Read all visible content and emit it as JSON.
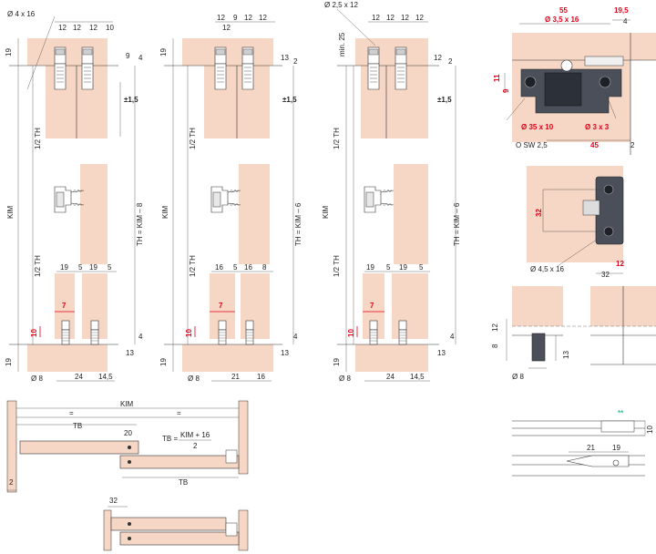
{
  "panel1": {
    "screw": "Ø 4 x 16",
    "top_dims": [
      "12",
      "12",
      "12",
      "10"
    ],
    "right_dims": [
      "9",
      "4"
    ],
    "tol": "±1,5",
    "half_top": "1/2 TH",
    "half_bot": "1/2 TH",
    "kim": "KIM",
    "th": "TH = KIM – 8",
    "bot_dims": [
      "19",
      "5",
      "19",
      "5"
    ],
    "red7": "7",
    "red10": "10",
    "left_top": "19",
    "left_bot": "19",
    "right_bot": [
      "4",
      "13"
    ],
    "diam": "Ø 8",
    "w1": "24",
    "w2": "14,5"
  },
  "panel2": {
    "top_dims": [
      "12",
      "9",
      "12",
      "12",
      "12"
    ],
    "right_dims": [
      "13",
      "2"
    ],
    "tol": "±1,5",
    "half_top": "1/2 TH",
    "half_bot": "1/2 TH",
    "kim": "KIM",
    "th": "TH = KIM – 6",
    "bot_dims": [
      "16",
      "5",
      "16",
      "8"
    ],
    "red7": "7",
    "red10": "10",
    "left_top": "19",
    "left_bot": "19",
    "right_bot": [
      "4",
      "13"
    ],
    "diam": "Ø 8",
    "w1": "21",
    "w2": "16"
  },
  "panel3": {
    "screw": "Ø 2,5 x 12",
    "min": "min. 25",
    "top_dims": [
      "12",
      "12",
      "12",
      "12"
    ],
    "right_dims": [
      "12",
      "2"
    ],
    "tol": "±1,5",
    "half_top": "1/2 TH",
    "half_bot": "1/2 TH",
    "kim": "KIM",
    "th": "TH = KIM – 6",
    "bot_dims": [
      "19",
      "5",
      "19",
      "5"
    ],
    "red7": "7",
    "red10": "10",
    "left_bot": "19",
    "right_bot": [
      "4",
      "13"
    ],
    "diam": "Ø 8",
    "w1": "24",
    "w2": "14,5"
  },
  "hinge": {
    "d55": "55",
    "d195": "19,5",
    "d4": "4",
    "screw": "Ø 3,5 x 16",
    "d11": "11",
    "d9": "9",
    "cup": "Ø 35 x 10",
    "hole": "Ø 3 x 3",
    "sw": "O SW 2,5",
    "d45": "45",
    "d2": "2"
  },
  "plate": {
    "d32": "32",
    "d12": "12",
    "screw": "Ø 4,5 x 16",
    "w32": "32"
  },
  "stop": {
    "d12": "12",
    "d8": "8",
    "d13": "13",
    "diam": "Ø 8"
  },
  "bottom_left": {
    "kim": "KIM",
    "eq1": "=",
    "eq2": "=",
    "tb": "TB",
    "d20": "20",
    "formula_lhs": "TB =",
    "formula_num": "KIM + 16",
    "formula_den": "2",
    "d2": "2",
    "tb2": "TB",
    "d32": "32"
  },
  "bottom_right": {
    "stars": "**",
    "d21": "21",
    "d19": "19",
    "d10": "10"
  }
}
